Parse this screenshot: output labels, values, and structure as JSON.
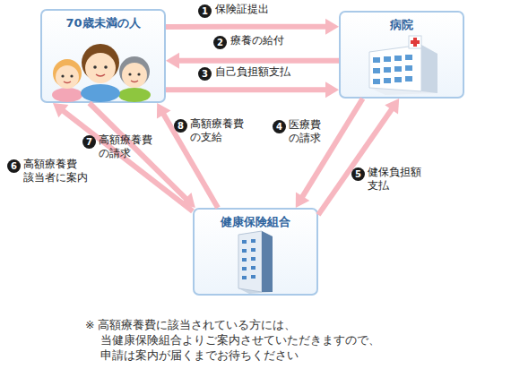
{
  "diagram": {
    "nodes": [
      {
        "text": [
          "70歳未満の人"
        ]
      },
      {
        "text": [
          "病院"
        ]
      },
      {
        "text": [
          "健康保険組合"
        ]
      }
    ],
    "edges": [
      {
        "from": 0,
        "to": 1,
        "label": "保険証提出",
        "arrow": "to"
      },
      {
        "from": 1,
        "to": 0,
        "label": "療養の給付",
        "arrow": "to"
      },
      {
        "from": 0,
        "to": 1,
        "label": "自己負担額支払",
        "arrow": "to"
      },
      {
        "from": 1,
        "to": 2,
        "label": "医療費 の請求",
        "arrow": "to"
      },
      {
        "from": 2,
        "to": 1,
        "label": "健保負担額 支払",
        "arrow": "to"
      },
      {
        "from": 2,
        "to": 0,
        "label": "高額療養費 該当者に案内",
        "arrow": "to"
      },
      {
        "from": 0,
        "to": 2,
        "label": "高額療養費 の請求",
        "arrow": "to"
      },
      {
        "from": 2,
        "to": 0,
        "label": "高額療養費 の支給",
        "arrow": "to"
      }
    ],
    "labels": [
      "1",
      "2",
      "3",
      "4",
      "5",
      "6",
      "7",
      "8",
      "※ 高額療養費に該当されている方には、 当健康保険組合よりご案内させていただきますので、 申請は案内が届くまでお待ちください"
    ]
  }
}
